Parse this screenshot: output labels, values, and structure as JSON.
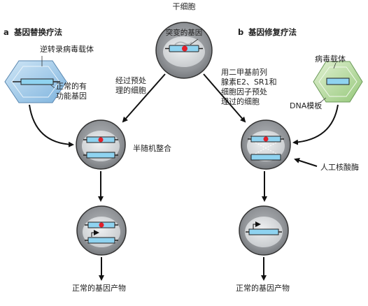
{
  "title_top": "干细胞",
  "cell_top_label": "突变的基因",
  "panel_a": {
    "letter": "a",
    "title": "基因替换疗法",
    "vector_label": "逆转录病毒载体",
    "gene_label_1": "正常的有",
    "gene_label_2": "功能基因",
    "integration_label": "半随机整合",
    "result_label": "正常的基因产物"
  },
  "arrow_a_label_1": "经过预处",
  "arrow_a_label_2": "理的细胞",
  "panel_b": {
    "letter": "b",
    "title": "基因修复疗法",
    "vector_label": "病毒载体",
    "template_label": "DNA模板",
    "treat_label_1": "用二甲基前列",
    "treat_label_2": "腺素E2、SR1和",
    "treat_label_3": "细胞因子预处",
    "treat_label_4": "理过的细胞",
    "nuclease_label": "人工核酸酶",
    "result_label": "正常的基因产物"
  },
  "colors": {
    "cell_fill": "#8f9296",
    "nucleus_fill": "#d7d9db",
    "gene_bar": "#8fd3f0",
    "mutation_dot": "#e2202a",
    "hex_a": "#9ec8e8",
    "hex_b": "#b8dca0"
  }
}
